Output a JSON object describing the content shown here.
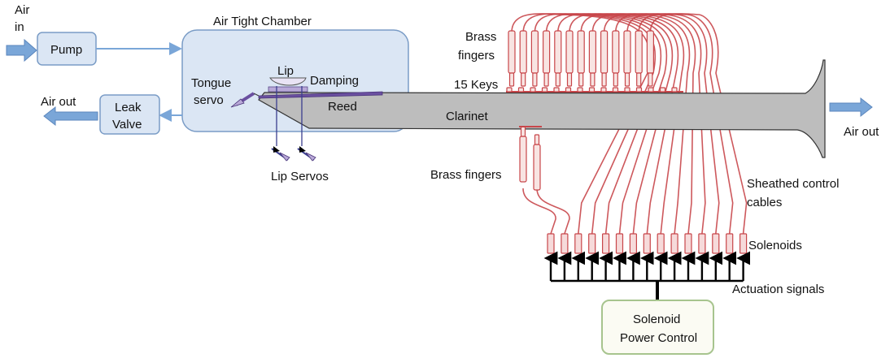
{
  "labels": {
    "air_in_1": "Air",
    "air_in_2": "in",
    "pump": "Pump",
    "air_tight_chamber": "Air Tight Chamber",
    "air_out_left": "Air out",
    "leak_valve_1": "Leak",
    "leak_valve_2": "Valve",
    "tongue_1": "Tongue",
    "tongue_2": "servo",
    "lip": "Lip",
    "damping": "Damping",
    "reed": "Reed",
    "lip_servos": "Lip Servos",
    "clarinet": "Clarinet",
    "brass_fingers_top_1": "Brass",
    "brass_fingers_top_2": "fingers",
    "fifteen_keys": "15 Keys",
    "brass_fingers_bottom": "Brass fingers",
    "air_out_right": "Air out",
    "sheathed_1": "Sheathed control",
    "sheathed_2": "cables",
    "solenoids": "Solenoids",
    "actuation": "Actuation signals",
    "power_1": "Solenoid",
    "power_2": "Power Control"
  },
  "colors": {
    "chamber_fill": "#dbe6f4",
    "chamber_stroke": "#7a9cc6",
    "cable": "#c8464a",
    "clarinet": "#bdbdbd",
    "power_box_stroke": "#a7c48e"
  },
  "counts": {
    "keys": 15,
    "top_fingers": 13,
    "bottom_fingers": 2,
    "solenoids": 15
  }
}
